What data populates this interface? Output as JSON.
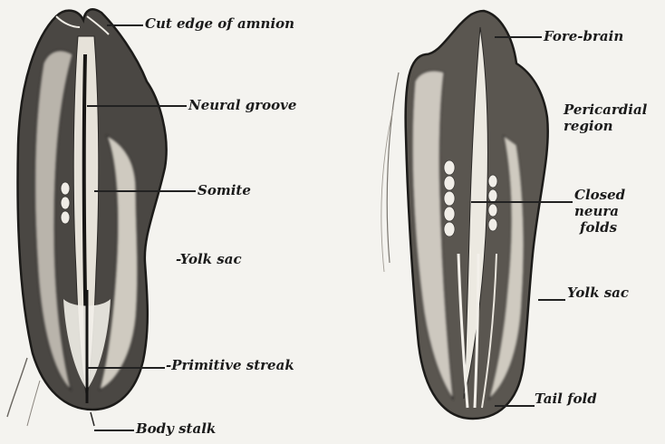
{
  "figure": {
    "left_embryo": {
      "labels": {
        "cut_edge_of_amnion": "Cut edge of amnion",
        "neural_groove": "Neural groove",
        "somite": "Somite",
        "yolk_sac": "-Yolk sac",
        "primitive_streak": "-Primitive streak",
        "body_stalk": "Body stalk"
      }
    },
    "right_embryo": {
      "labels": {
        "fore_brain": "Fore-brain",
        "pericardial_line1": "Pericardial",
        "pericardial_line2": "region",
        "closed_neural_folds_line1": "Closed neura",
        "closed_neural_folds_line2": "folds",
        "yolk_sac": "Yolk sac",
        "tail_fold": "Tail fold"
      }
    }
  }
}
